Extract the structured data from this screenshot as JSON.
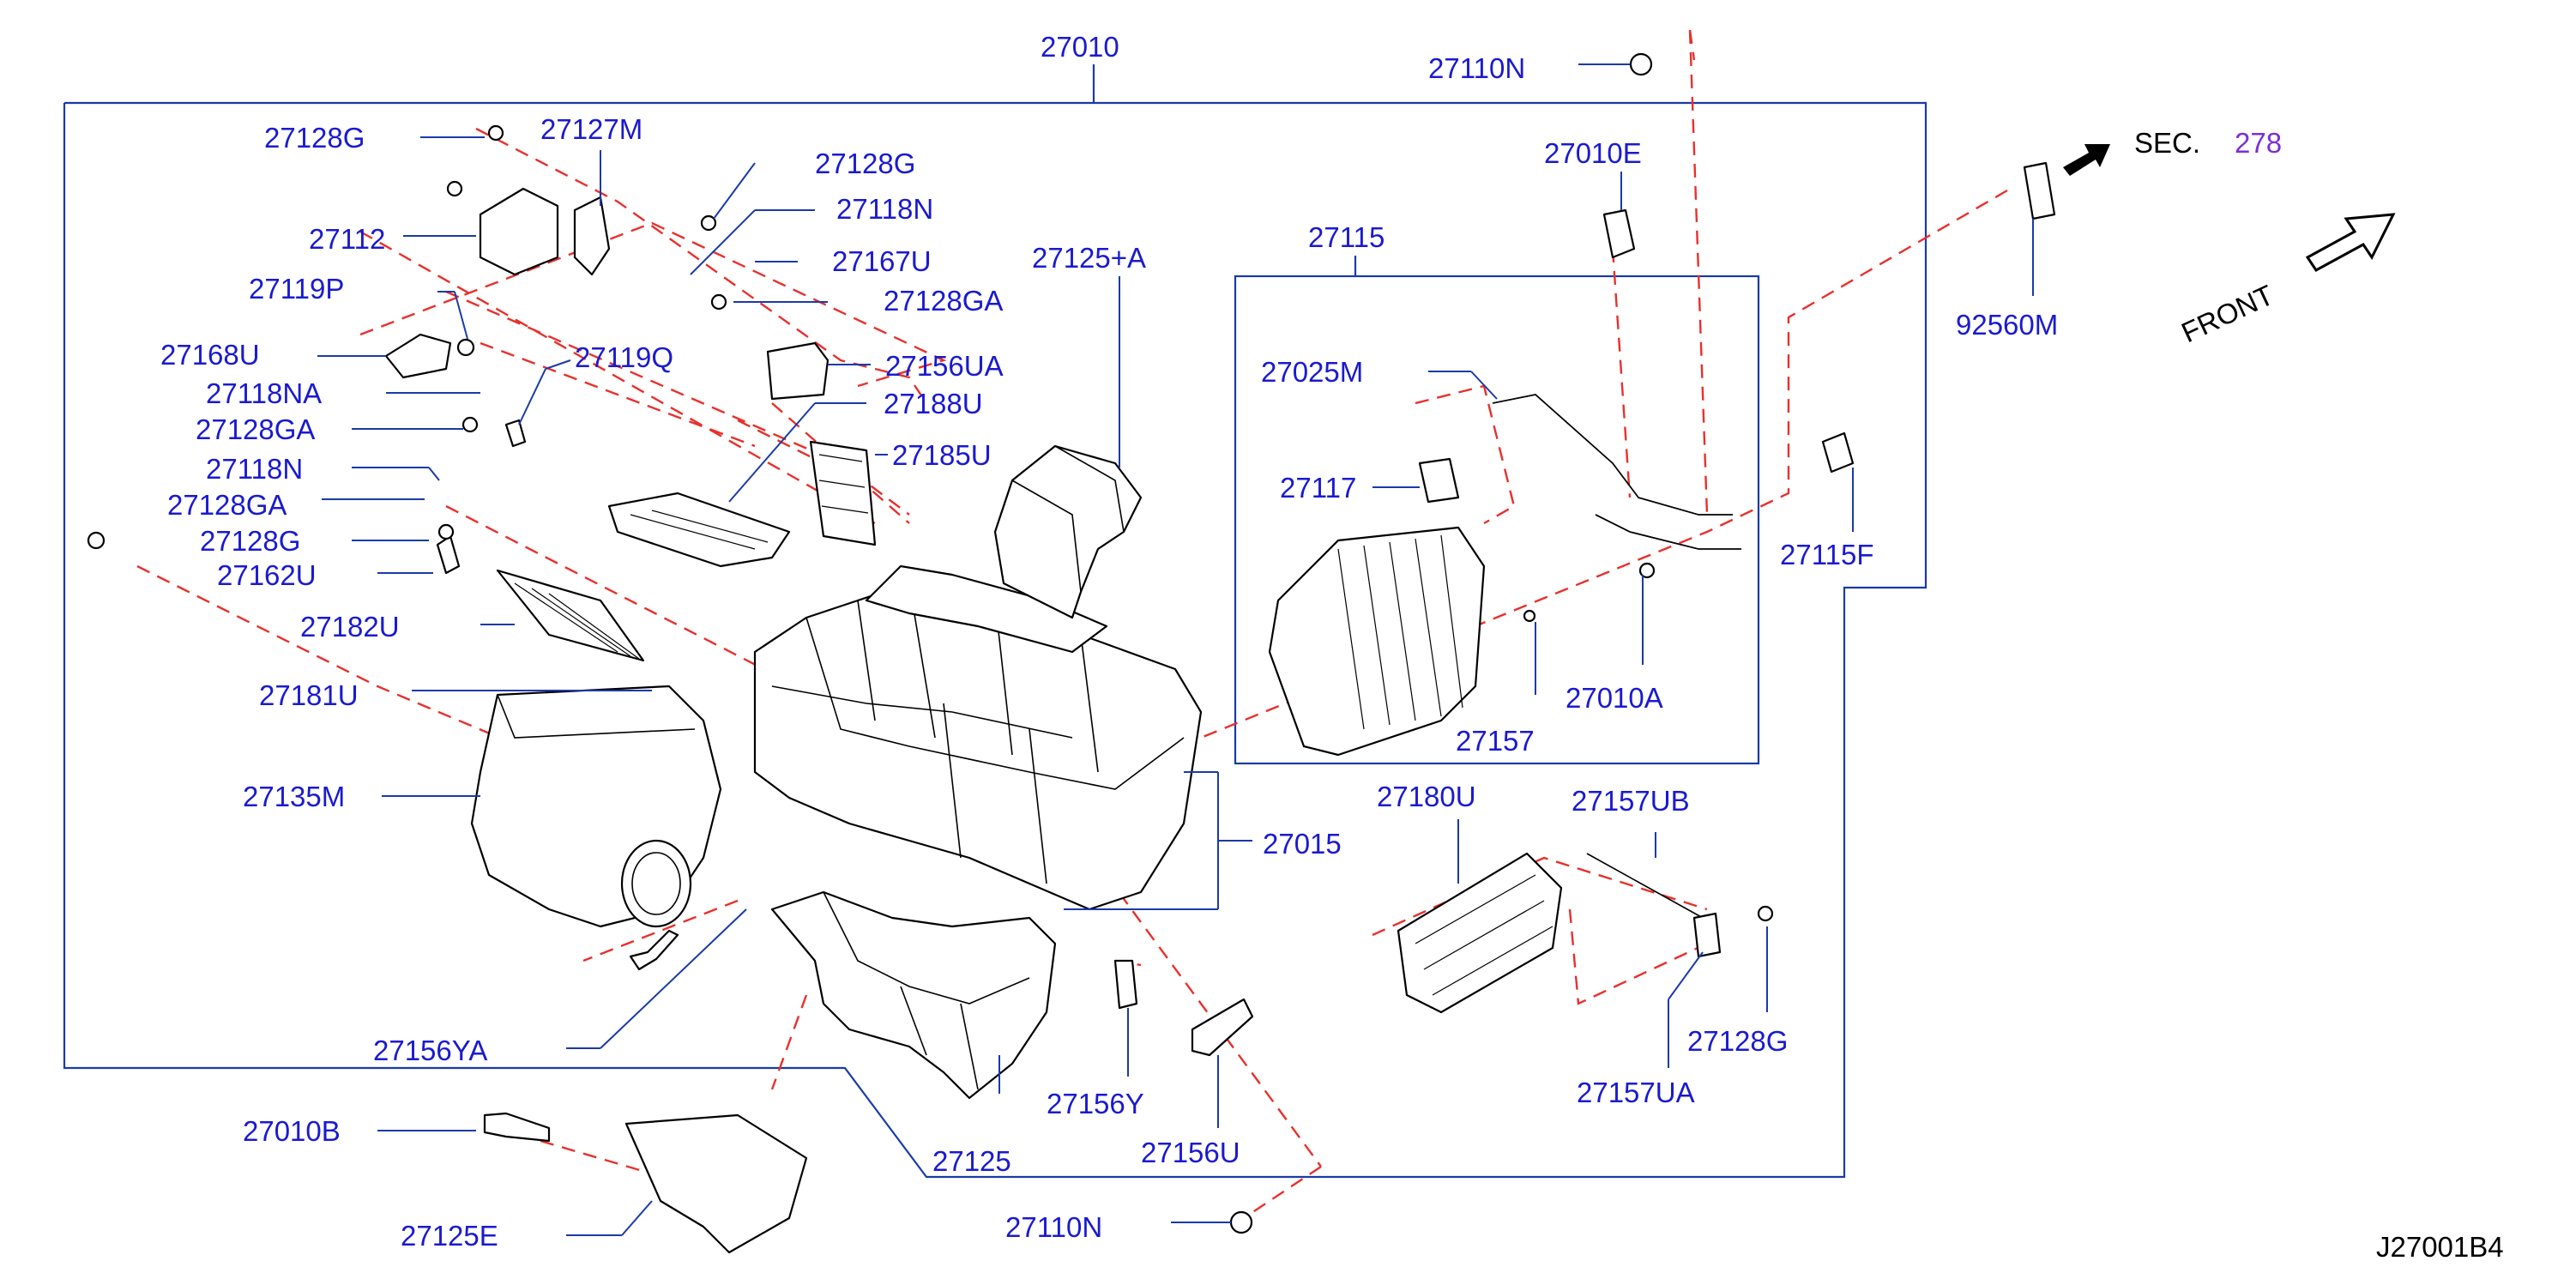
{
  "diagram_id": "J27001B4",
  "section_ref": {
    "prefix": "SEC.",
    "number": "278"
  },
  "front_label": "FRONT",
  "labels": {
    "p27010": "27010",
    "p27110N_top": "27110N",
    "p27128G_1": "27128G",
    "p27127M": "27127M",
    "p27112": "27112",
    "p27119P": "27119P",
    "p27168U": "27168U",
    "p27118NA": "27118NA",
    "p27128GA_1": "27128GA",
    "p27118N_1": "27118N",
    "p27128GA_2": "27128GA",
    "p27128G_2": "27128G",
    "p27162U": "27162U",
    "p27182U": "27182U",
    "p27181U": "27181U",
    "p27135M": "27135M",
    "p27156YA": "27156YA",
    "p27010B": "27010B",
    "p27125E": "27125E",
    "p27119Q": "27119Q",
    "p27128G_3": "27128G",
    "p27118N_2": "27118N",
    "p27167U": "27167U",
    "p27128GA_3": "27128GA",
    "p27156UA": "27156UA",
    "p27188U": "27188U",
    "p27185U": "27185U",
    "p27125A": "27125+A",
    "p27010E": "27010E",
    "p27115": "27115",
    "p27025M": "27025M",
    "p27117": "27117",
    "p27157": "27157",
    "p27010A": "27010A",
    "p27115F": "27115F",
    "p92560M": "92560M",
    "p27015": "27015",
    "p27180U": "27180U",
    "p27157UB": "27157UB",
    "p27128G_4": "27128G",
    "p27157UA": "27157UA",
    "p27156Y": "27156Y",
    "p27156U": "27156U",
    "p27125": "27125",
    "p27110N_bottom": "27110N"
  }
}
